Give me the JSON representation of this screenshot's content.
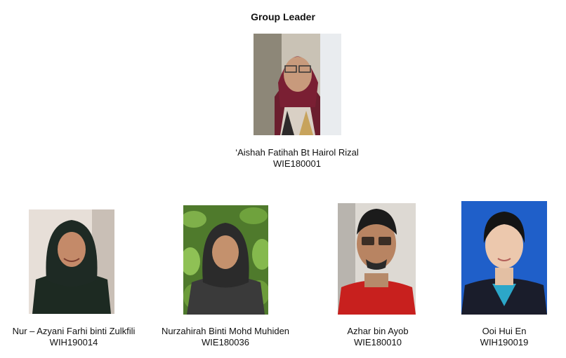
{
  "heading": "Group Leader",
  "leader": {
    "name": "‘Aishah Fatihah Bt Hairol Rizal",
    "id": "WIE180001"
  },
  "members": [
    {
      "name": "Nur – Azyani Farhi binti Zulkfili",
      "id": "WIH190014"
    },
    {
      "name": "Nurzahirah Binti Mohd Muhiden",
      "id": "WIE180036"
    },
    {
      "name": "Azhar bin Ayob",
      "id": "WIE180010"
    },
    {
      "name": "Ooi Hui En",
      "id": "WIH190019"
    }
  ]
}
